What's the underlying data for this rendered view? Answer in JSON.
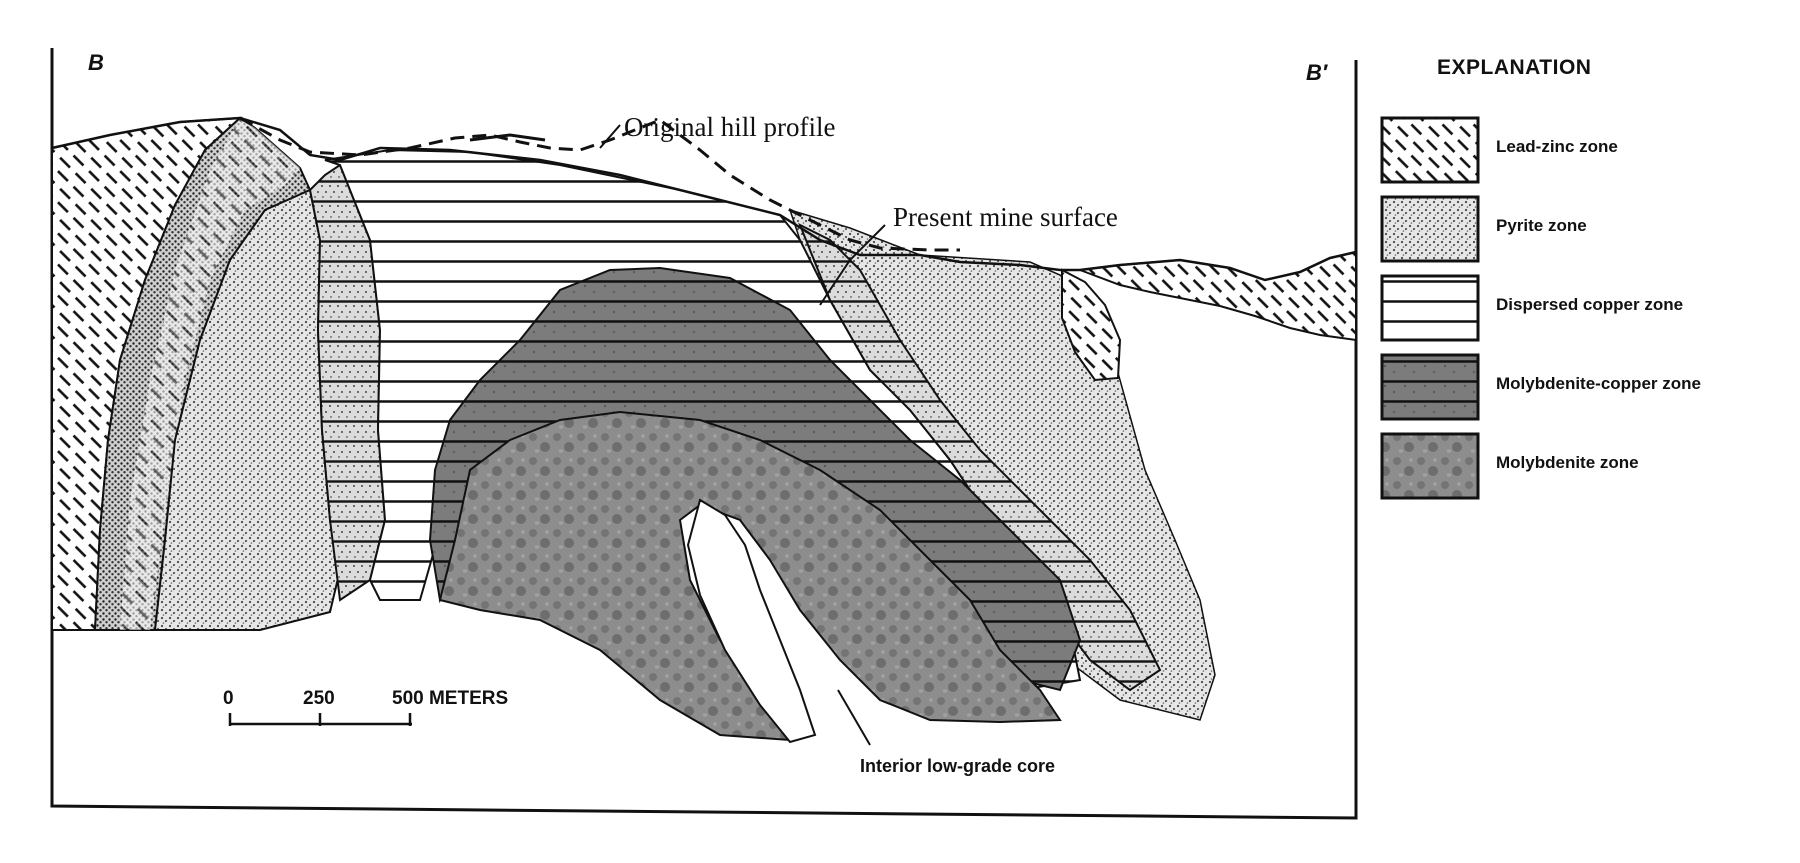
{
  "section": {
    "left_label": "B",
    "right_label": "B′"
  },
  "annotations": {
    "original_hill_profile": "Original hill profile",
    "present_mine_surface": "Present mine surface",
    "interior_core": "Interior low-grade core"
  },
  "scale_bar": {
    "ticks": [
      "0",
      "250",
      "500 METERS"
    ]
  },
  "legend": {
    "title": "EXPLANATION",
    "items": [
      {
        "label": "Lead-zinc zone",
        "pattern": "diagonal-hatch"
      },
      {
        "label": "Pyrite zone",
        "pattern": "stipple"
      },
      {
        "label": "Dispersed copper zone",
        "pattern": "horizontal-lines"
      },
      {
        "label": "Molybdenite-copper zone",
        "pattern": "gray-horizontal-lines"
      },
      {
        "label": "Molybdenite zone",
        "pattern": "mottled-gray"
      }
    ]
  }
}
